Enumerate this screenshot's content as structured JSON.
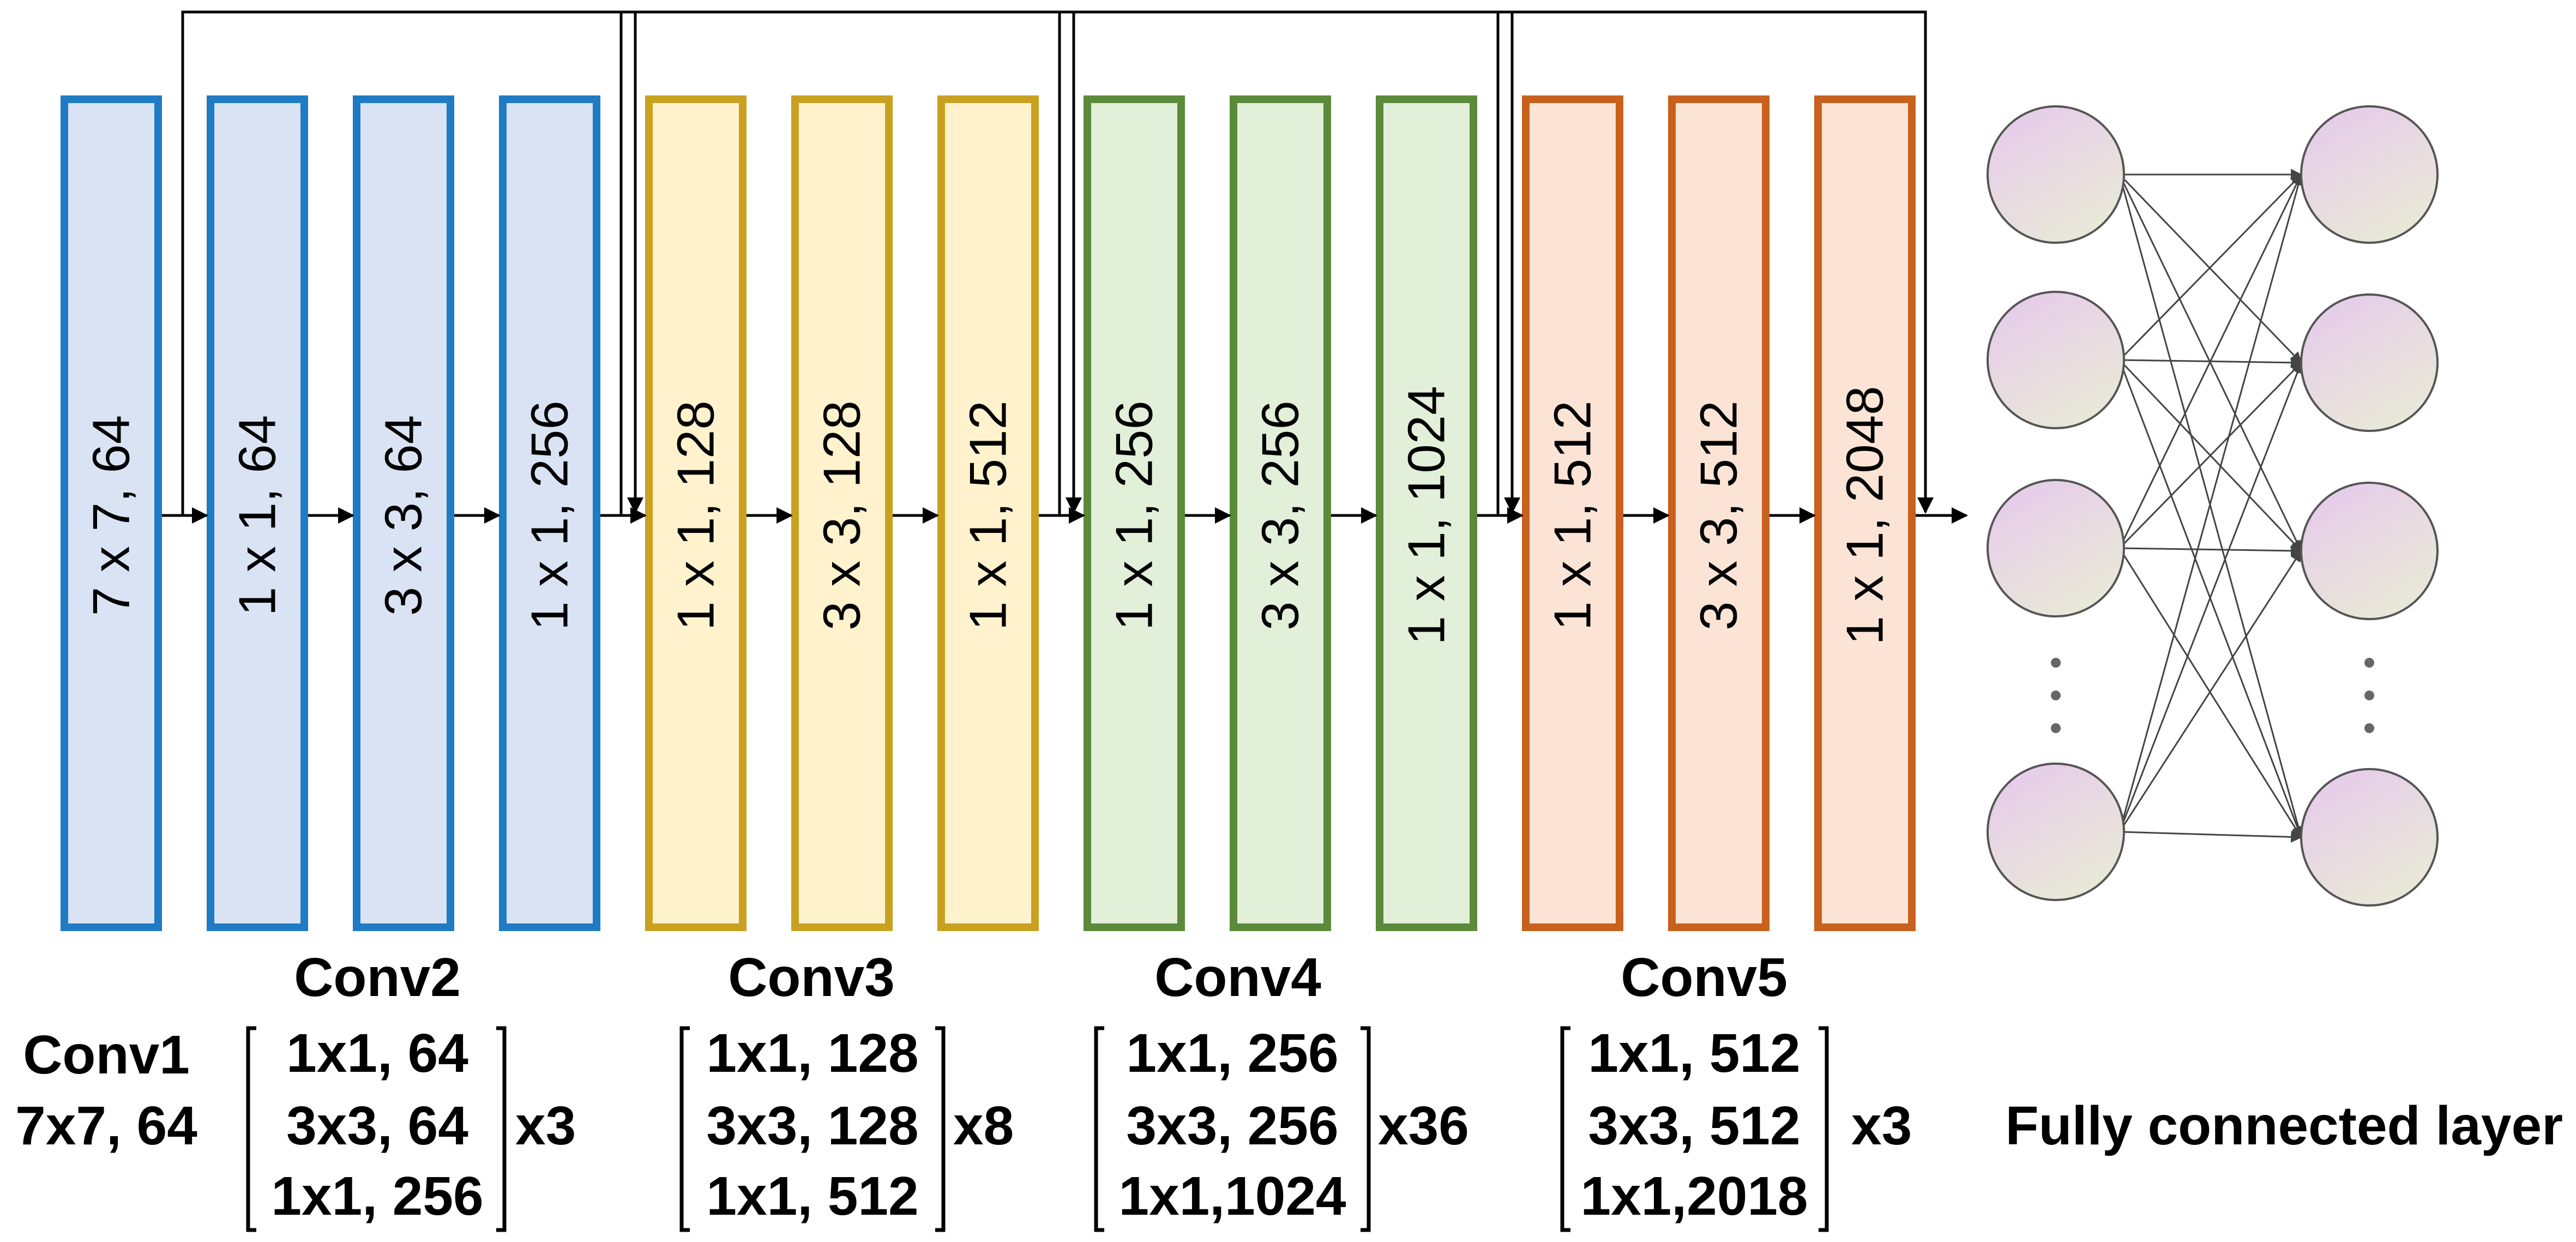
{
  "colors": {
    "blue_stroke": "#1F7BC4",
    "blue_fill": "#D9E3F3",
    "yellow_stroke": "#C9A020",
    "yellow_fill": "#FFF2CC",
    "green_stroke": "#5A8A3A",
    "green_fill": "#E2EFD9",
    "orange_stroke": "#C8601E",
    "orange_fill": "#FBE4D5",
    "neuron_fill_top": "#E6C8EC",
    "neuron_fill_bottom": "#E8E8D8"
  },
  "blocks": [
    {
      "label": "7 x 7, 64",
      "color": "blue"
    },
    {
      "label": "1 x 1, 64",
      "color": "blue"
    },
    {
      "label": "3 x 3, 64",
      "color": "blue"
    },
    {
      "label": "1 x 1, 256",
      "color": "blue"
    },
    {
      "label": "1 x 1, 128",
      "color": "yellow"
    },
    {
      "label": "3 x 3, 128",
      "color": "yellow"
    },
    {
      "label": "1 x 1, 512",
      "color": "yellow"
    },
    {
      "label": "1 x 1, 256",
      "color": "green"
    },
    {
      "label": "3 x 3, 256",
      "color": "green"
    },
    {
      "label": "1 x 1, 1024",
      "color": "green"
    },
    {
      "label": "1 x 1, 512",
      "color": "orange"
    },
    {
      "label": "3 x 3, 512",
      "color": "orange"
    },
    {
      "label": "1 x 1, 2048",
      "color": "orange"
    }
  ],
  "stages": {
    "conv1": {
      "title": "Conv1",
      "row": "7x7, 64"
    },
    "conv2": {
      "title": "Conv2",
      "rows": [
        "1x1, 64",
        "3x3, 64",
        "1x1, 256"
      ],
      "repeat": "x3"
    },
    "conv3": {
      "title": "Conv3",
      "rows": [
        "1x1, 128",
        "3x3, 128",
        "1x1, 512"
      ],
      "repeat": "x8"
    },
    "conv4": {
      "title": "Conv4",
      "rows": [
        "1x1, 256",
        "3x3, 256",
        "1x1,1024"
      ],
      "repeat": "x36"
    },
    "conv5": {
      "title": "Conv5",
      "rows": [
        "1x1, 512",
        "3x3, 512",
        "1x1,2018"
      ],
      "repeat": "x3"
    }
  },
  "fc": {
    "title": "Fully connected layer"
  }
}
